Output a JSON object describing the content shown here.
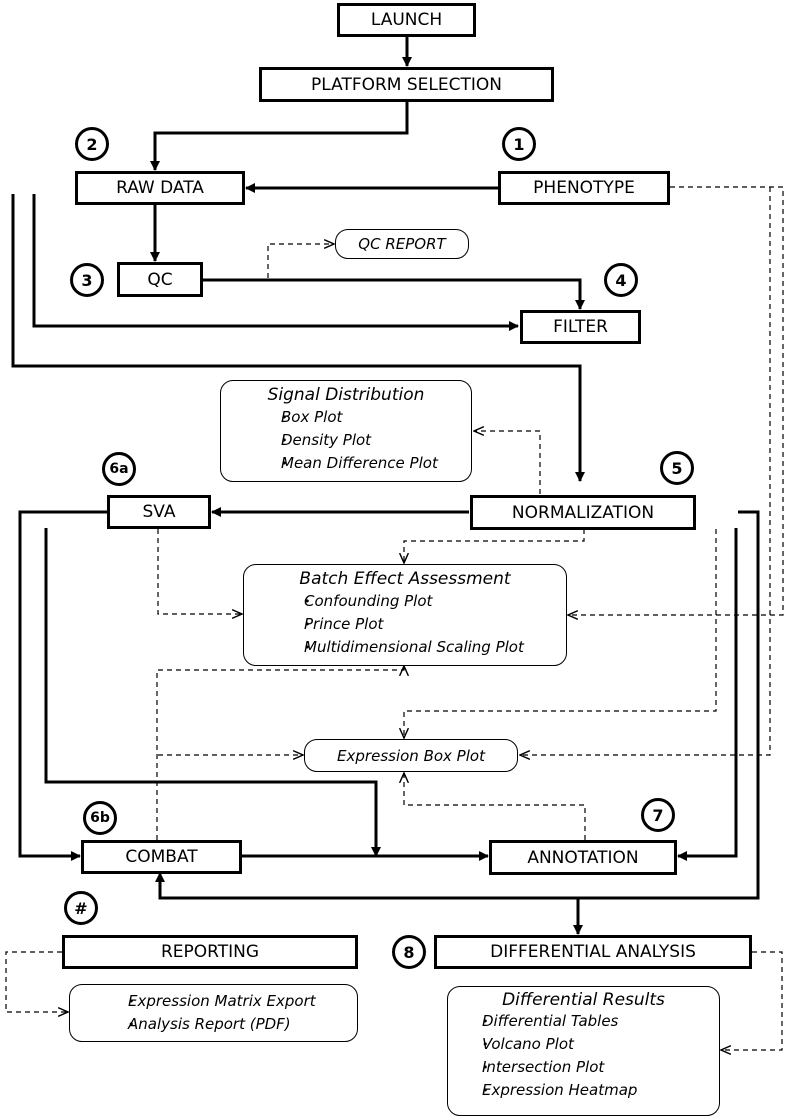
{
  "steps": {
    "launch": "LAUNCH",
    "platform_selection": "PLATFORM SELECTION",
    "raw_data": "RAW DATA",
    "phenotype": "PHENOTYPE",
    "qc": "QC",
    "filter": "FILTER",
    "normalization": "NORMALIZATION",
    "sva": "SVA",
    "combat": "COMBAT",
    "annotation": "ANNOTATION",
    "reporting": "REPORTING",
    "differential_analysis": "DIFFERENTIAL ANALYSIS"
  },
  "badges": {
    "phenotype": "1",
    "raw_data": "2",
    "qc": "3",
    "filter": "4",
    "normalization": "5",
    "sva": "6a",
    "combat": "6b",
    "annotation": "7",
    "differential": "8",
    "reporting": "#"
  },
  "outputs": {
    "qc_report": "QC REPORT",
    "expression_box_plot": "Expression Box Plot",
    "signal_distribution": {
      "title": "Signal Distribution",
      "items": [
        "Box Plot",
        "Density Plot",
        "Mean Difference Plot"
      ]
    },
    "batch_effect": {
      "title": "Batch Effect Assessment",
      "items": [
        "Confounding Plot",
        "Prince Plot",
        "Multidimensional Scaling Plot"
      ]
    },
    "reporting_items": [
      "Expression Matrix Export",
      "Analysis Report (PDF)"
    ],
    "differential_results": {
      "title": "Differential Results",
      "items": [
        "Differential Tables",
        "Volcano Plot",
        "Intersection Plot",
        "Expression Heatmap"
      ]
    }
  }
}
